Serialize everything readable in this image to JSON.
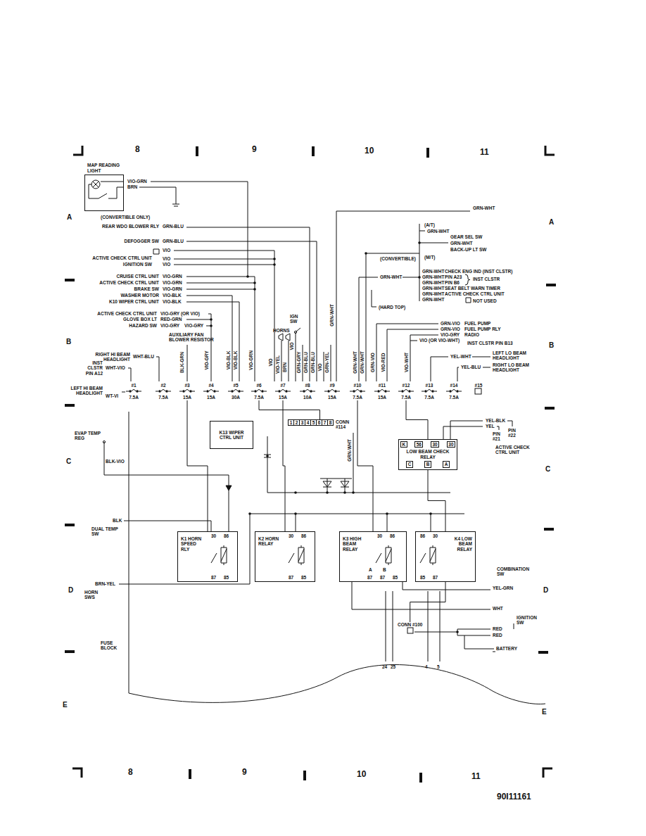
{
  "diagram": {
    "nodes": [
      {
        "text": [
          "MAP READING LIGHT"
        ]
      },
      {
        "text": [
          "#1",
          "7.5A"
        ]
      },
      {
        "text": [
          "#2",
          "7.5A"
        ]
      },
      {
        "text": [
          "#3",
          "15A"
        ]
      },
      {
        "text": [
          "#4",
          "15A"
        ]
      },
      {
        "text": [
          "#5",
          "30A"
        ]
      },
      {
        "text": [
          "#6",
          "7.5A"
        ]
      },
      {
        "text": [
          "#7",
          "15A"
        ]
      },
      {
        "text": [
          "#8",
          "10A"
        ]
      },
      {
        "text": [
          "#9",
          "15A"
        ]
      },
      {
        "text": [
          "#10",
          "7.5A"
        ]
      },
      {
        "text": [
          "#11",
          "15A"
        ]
      },
      {
        "text": [
          "#12",
          "7.5A"
        ]
      },
      {
        "text": [
          "#13",
          "7.5A"
        ]
      },
      {
        "text": [
          "#14",
          "7.5A"
        ]
      },
      {
        "text": [
          "#15"
        ]
      },
      {
        "text": [
          "K13 WIPER CTRL UNIT"
        ]
      },
      {
        "text": [
          "CONN #114"
        ]
      },
      {
        "text": [
          "1"
        ],
        "in": 17
      },
      {
        "text": [
          "2"
        ],
        "in": 17
      },
      {
        "text": [
          "3"
        ],
        "in": 17
      },
      {
        "text": [
          "4"
        ],
        "in": 17
      },
      {
        "text": [
          "5"
        ],
        "in": 17
      },
      {
        "text": [
          "6"
        ],
        "in": 17
      },
      {
        "text": [
          "7"
        ],
        "in": 17
      },
      {
        "text": [
          "8"
        ],
        "in": 17
      },
      {
        "text": [
          "LOW BEAM CHECK RELAY"
        ]
      },
      {
        "text": [
          "K"
        ],
        "in": 26
      },
      {
        "text": [
          "56"
        ],
        "in": 26
      },
      {
        "text": [
          "30"
        ],
        "in": 26
      },
      {
        "text": [
          "30"
        ],
        "in": 26
      },
      {
        "text": [
          "C"
        ],
        "in": 26
      },
      {
        "text": [
          "B"
        ],
        "in": 26
      },
      {
        "text": [
          "A"
        ],
        "in": 26
      },
      {
        "text": [
          "K1 HORN SPEED RLY"
        ]
      },
      {
        "text": [
          "K2 HORN RELAY"
        ]
      },
      {
        "text": [
          "K3 HIGH BEAM RELAY"
        ]
      },
      {
        "text": [
          "K4 LOW BEAM RELAY"
        ]
      },
      {
        "text": [
          "CONN #100"
        ]
      }
    ],
    "edges": [
      {
        "from": 3,
        "to": 34,
        "arrow": "none"
      },
      {
        "from": 7,
        "to": 35,
        "arrow": "none"
      },
      {
        "from": 10,
        "to": 36,
        "arrow": "none"
      },
      {
        "from": 12,
        "to": 26,
        "arrow": "none"
      },
      {
        "from": 26,
        "to": 37,
        "arrow": "none"
      },
      {
        "from": 6,
        "to": 17,
        "arrow": "none"
      },
      {
        "from": 38,
        "to": 37,
        "arrow": "none"
      }
    ],
    "labels": [
      "8",
      "9",
      "10",
      "11",
      "8",
      "9",
      "10",
      "11",
      "A",
      "B",
      "C",
      "D",
      "E",
      "A",
      "B",
      "C",
      "D",
      "E",
      "90I11161",
      "VIO-GRN",
      "BRN",
      "(CONVERTIBLE ONLY)",
      "REAR WDO BLOWER RLY",
      "GRN-BLU",
      "DEFOGGER SW",
      "GRN-BLU",
      "VIO",
      "ACTIVE CHECK CTRL UNIT",
      "VIO",
      "IGNITION SW",
      "VIO",
      "CRUISE CTRL UNIT",
      "VIO-GRN",
      "ACTIVE CHECK CTRL UNIT",
      "VIO-GRN",
      "BRAKE SW",
      "VIO-GRN",
      "WASHER MOTOR",
      "VIO-BLK",
      "K10 WIPER CTRL UNIT",
      "VIO-BLK",
      "ACTIVE CHECK CTRL UNIT",
      "VIO-GRY (OR VIO)",
      "GLOVE BOX LT",
      "RED-GRN",
      "HAZARD SW",
      "VIO-GRY",
      "VIO-GRY",
      "AUXILIARY FAN BLOWER RESISTOR",
      "RIGHT HI BEAM HEADLIGHT",
      "WHT-BLU",
      "INST CLSTR PIN A12",
      "WHT-VIO",
      "LEFT HI BEAM HEADLIGHT",
      "WT-VI",
      "BLK-GRN",
      "VIO-GRY",
      "VIO-BLK",
      "VIO-BLK",
      "VIO-GRN",
      "VIO",
      "IGN SW",
      "VIO",
      "HORNS",
      "VIO-YEL",
      "BRN",
      "GRN-GRY",
      "GRN-BLU",
      "GRN-BLU",
      "VIO",
      "GRN-YEL",
      "GRN-WHT",
      "GRN-WHT",
      "GRN-WHT",
      "GRN-VIO",
      "VIO-RED",
      "VIO-WHT",
      "GRN-WHT",
      "GRN-WHT",
      "(A/T)",
      "GRN-WHT",
      "GEAR SEL SW",
      "GRN-WHT",
      "BACK-UP LT SW",
      "(M/T)",
      "(CONVERTIBLE)",
      "GRN-WHT",
      "GRN-WHT",
      "CHECK ENG IND (INST CLSTR)",
      "GRN-WHT",
      "PIN A23",
      "GRN-WHT",
      "PIN B6",
      "INST CLSTR",
      "GRN-WHT",
      "SEAT BELT WARN TIMER",
      "GRN-WHT",
      "ACTIVE CHECK CTRL UNIT",
      "GRN-WHT",
      "NOT USED",
      "(HARD TOP)",
      "GRN-VIO",
      "FUEL PUMP",
      "GRN-VIO",
      "FUEL PUMP RLY",
      "VIO-GRY",
      "RADIO",
      "VIO (OR VIO-WHT)",
      "INST CLSTR PIN B13",
      "YEL-WHT",
      "LEFT LO BEAM HEADLIGHT",
      "YEL-BLU",
      "RIGHT LO BEAM HEADLIGHT",
      "YEL-BLK",
      "YEL",
      "PIN #21",
      "PIN #22",
      "ACTIVE CHECK CTRL UNIT",
      "EVAP TEMP REG",
      "BLK-VIO",
      "BLK",
      "DUAL TEMP SW",
      "30",
      "86",
      "87",
      "85",
      "30",
      "86",
      "87",
      "85",
      "30",
      "86",
      "A",
      "B",
      "87",
      "87",
      "85",
      "86",
      "30",
      "85",
      "87",
      "BRN-YEL",
      "HORN SWS",
      "COMBINATION SW",
      "YEL-GRN",
      "WHT",
      "IGNITION SW",
      "RED",
      "RED",
      "BATTERY",
      "FUSE BLOCK",
      "24",
      "25",
      "4",
      "5"
    ]
  }
}
